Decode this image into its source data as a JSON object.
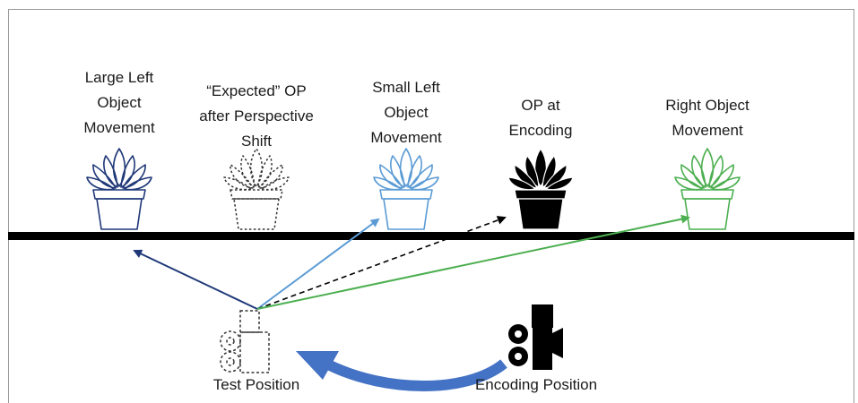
{
  "labels": {
    "large_left": [
      "Large Left",
      "Object",
      "Movement"
    ],
    "expected": [
      "“Expected” OP",
      "after Perspective",
      "Shift"
    ],
    "small_left": [
      "Small Left",
      "Object",
      "Movement"
    ],
    "op_encoding": [
      "OP at",
      "Encoding"
    ],
    "right": [
      "Right Object",
      "Movement"
    ],
    "test_position": "Test Position",
    "encoding_position": "Encoding Position"
  },
  "colors": {
    "large_left": "#1f3878",
    "small_left": "#5b9bd5",
    "right": "#4caf50",
    "expected": "#333333",
    "op": "#000000",
    "move_arrow": "#4472c4"
  },
  "icons": [
    "plant-pot-icon",
    "camera-icon"
  ]
}
